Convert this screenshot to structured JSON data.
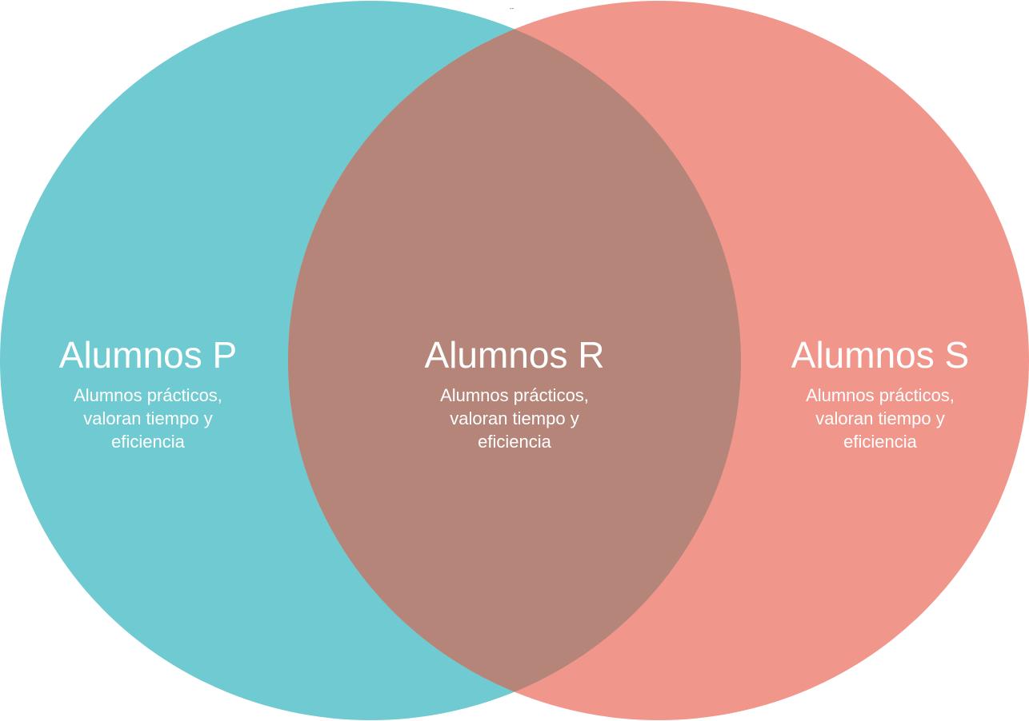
{
  "top_mark": "--",
  "colors": {
    "set_p": "#70cad1",
    "set_s": "#f1968b",
    "intersection": "#b5857a",
    "text": "#ffffff"
  },
  "regions": {
    "p": {
      "title": "Alumnos P",
      "description": "Alumnos prácticos, valoran tiempo y eficiencia"
    },
    "r": {
      "title": "Alumnos R",
      "description": "Alumnos prácticos, valoran tiempo y eficiencia"
    },
    "s": {
      "title": "Alumnos S",
      "description": "Alumnos prácticos, valoran tiempo y eficiencia"
    }
  }
}
